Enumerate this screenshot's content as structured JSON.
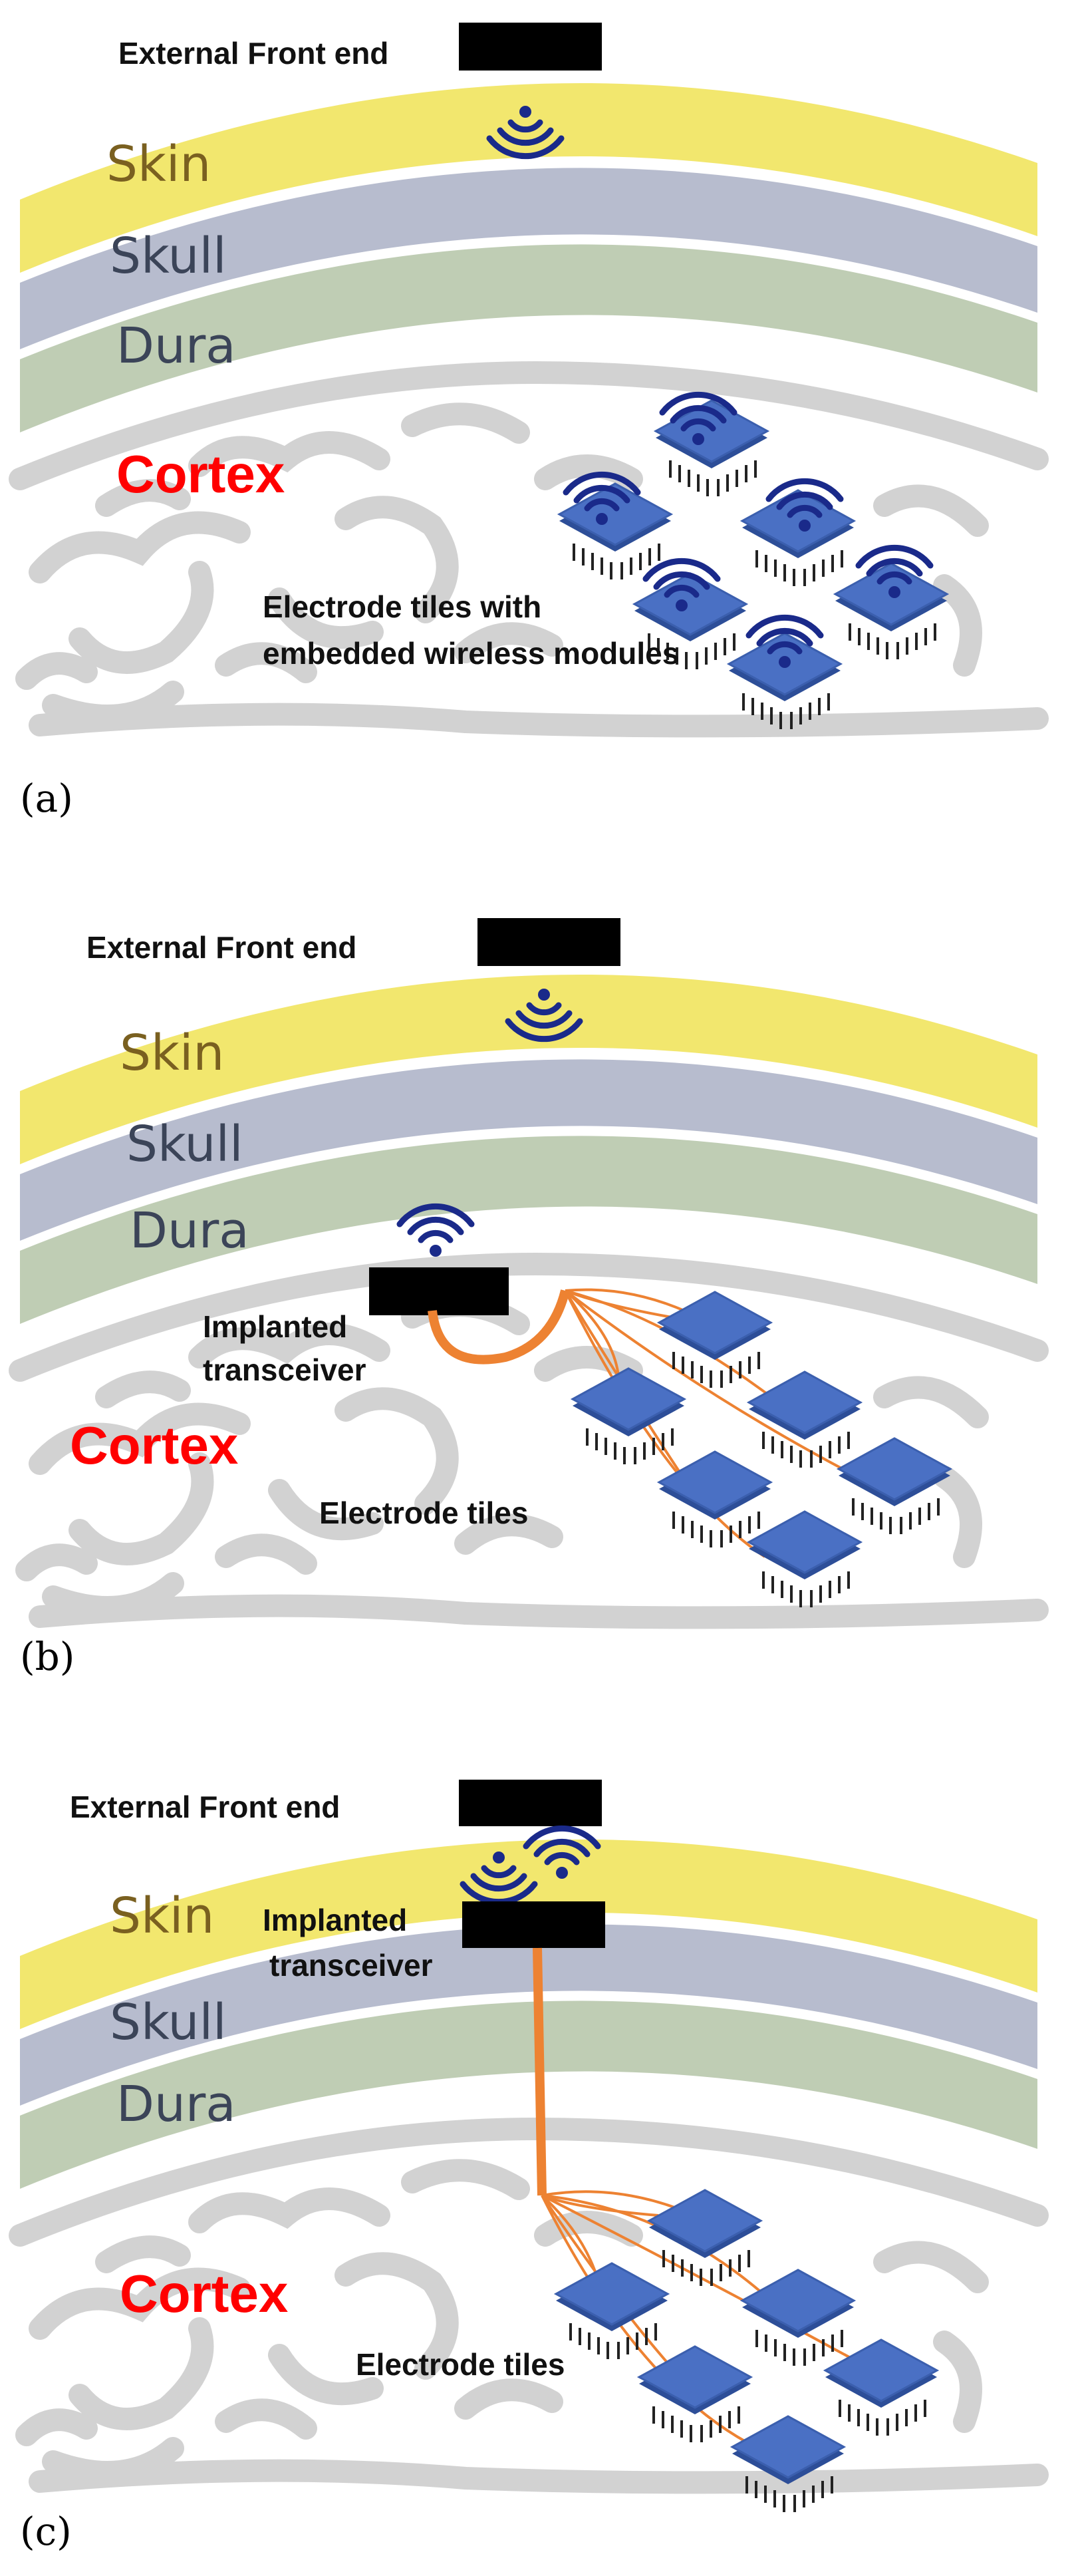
{
  "colors": {
    "skin": "#f2e76e",
    "skull": "#b7bcce",
    "dura": "#bfcdb4",
    "brain_line": "#d2d2d2",
    "chip": "#4a70c4",
    "chip_edge": "#2d4e98",
    "pin": "#222222",
    "wifi": "#1a2a8a",
    "wire": "#ed8232",
    "black_box": "#000000",
    "cortex_text": "#ff0000",
    "skin_text": "#7a6020",
    "layer_text": "#3b4458"
  },
  "icons": [
    "wifi-icon",
    "chip-icon",
    "black-box"
  ],
  "panels": [
    {
      "caption": "(a)",
      "external_label": "External Front end",
      "skin": "Skin",
      "skull": "Skull",
      "dura": "Dura",
      "cortex": "Cortex",
      "note_line1": "Electrode tiles with",
      "note_line2": "embedded wireless modules"
    },
    {
      "caption": "(b)",
      "external_label": "External Front end",
      "skin": "Skin",
      "skull": "Skull",
      "dura": "Dura",
      "cortex": "Cortex",
      "implant_line1": "Implanted",
      "implant_line2": "transceiver",
      "tiles_label": "Electrode tiles"
    },
    {
      "caption": "(c)",
      "external_label": "External Front end",
      "skin": "Skin",
      "skull": "Skull",
      "dura": "Dura",
      "cortex": "Cortex",
      "implant_line1": "Implanted",
      "implant_line2": "transceiver",
      "tiles_label": "Electrode tiles"
    }
  ]
}
